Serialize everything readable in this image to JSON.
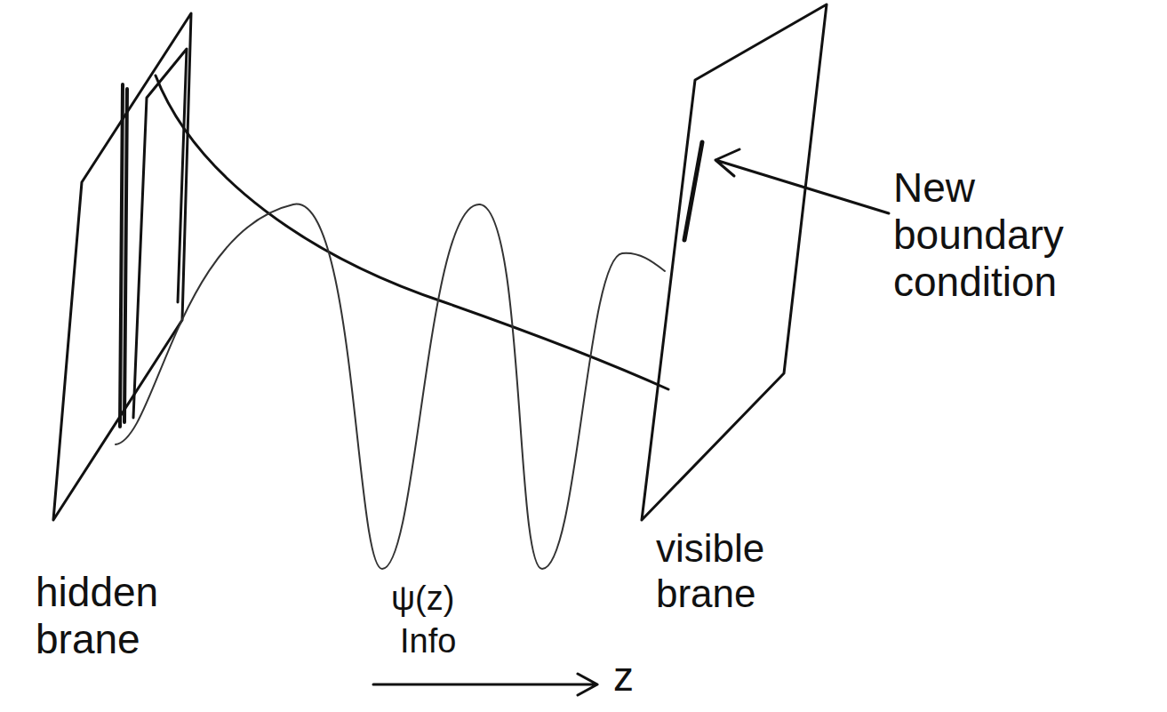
{
  "diagram": {
    "labels": [
      "hidden brane",
      "visible brane",
      "New boundary condition",
      "ψ(z)",
      "Info",
      "z"
    ]
  }
}
